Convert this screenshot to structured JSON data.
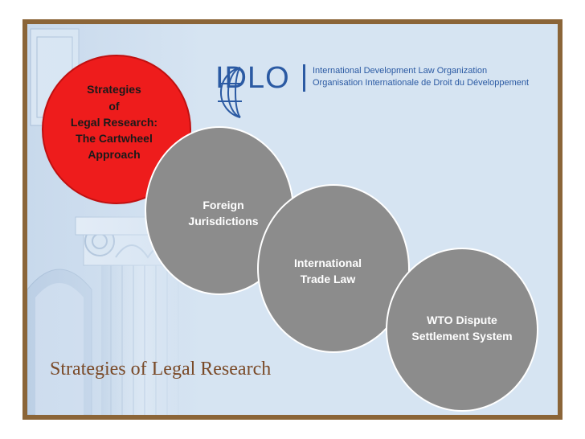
{
  "logo": {
    "wordmark": "IDLO",
    "org_name_en": "International Development Law Organization",
    "org_name_fr": "Organisation Internationale de Droit du Développement",
    "brand_color": "#2b5aa3"
  },
  "circles": [
    {
      "label": "Strategies\nof\nLegal Research:\nThe Cartwheel\nApproach",
      "color": "#ee1c1c"
    },
    {
      "label": "Foreign\nJurisdictions",
      "color": "#8c8c8c"
    },
    {
      "label": "International\nTrade Law",
      "color": "#8c8c8c"
    },
    {
      "label": "WTO Dispute\nSettlement System",
      "color": "#8c8c8c"
    }
  ],
  "slide_title": "Strategies of Legal Research",
  "colors": {
    "frame": "#8b6538",
    "background": "#d6e4f2",
    "title": "#7a4a28"
  }
}
